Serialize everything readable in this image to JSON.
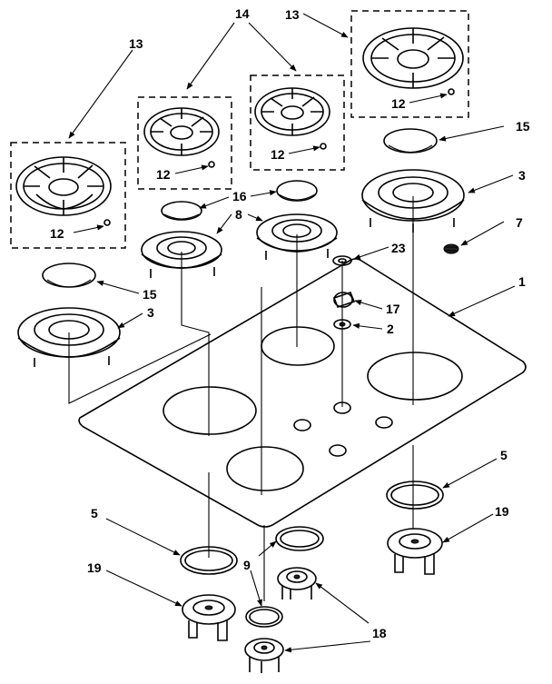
{
  "diagram": {
    "type": "exploded-parts-cooktop",
    "callouts": {
      "c13a": "13",
      "c13b": "13",
      "c14": "14",
      "c12a": "12",
      "c12b": "12",
      "c12c": "12",
      "c12d": "12",
      "c15a": "15",
      "c15b": "15",
      "c16": "16",
      "c8": "8",
      "c3a": "3",
      "c3b": "3",
      "c7": "7",
      "c23": "23",
      "c1": "1",
      "c17": "17",
      "c2": "2",
      "c5a": "5",
      "c5b": "5",
      "c19a": "19",
      "c19b": "19",
      "c9": "9",
      "c18": "18"
    },
    "parts": [
      "grate-large-left",
      "grate-small-left",
      "grate-small-right",
      "grate-large-right",
      "burner-cap-large-left",
      "burner-base-large-left",
      "burner-cap-small-left",
      "burner-base-small-left",
      "burner-cap-small-right",
      "burner-base-small-right",
      "burner-cap-large-right",
      "burner-base-large-right",
      "spring-7",
      "washer-23",
      "knob-17",
      "washer-2",
      "cooktop-1",
      "gasket-5-left",
      "gasket-5-right",
      "gasket-9-top",
      "gasket-9-bottom",
      "valve-19-left",
      "valve-19-right",
      "valve-18-top",
      "valve-18-bottom"
    ]
  }
}
